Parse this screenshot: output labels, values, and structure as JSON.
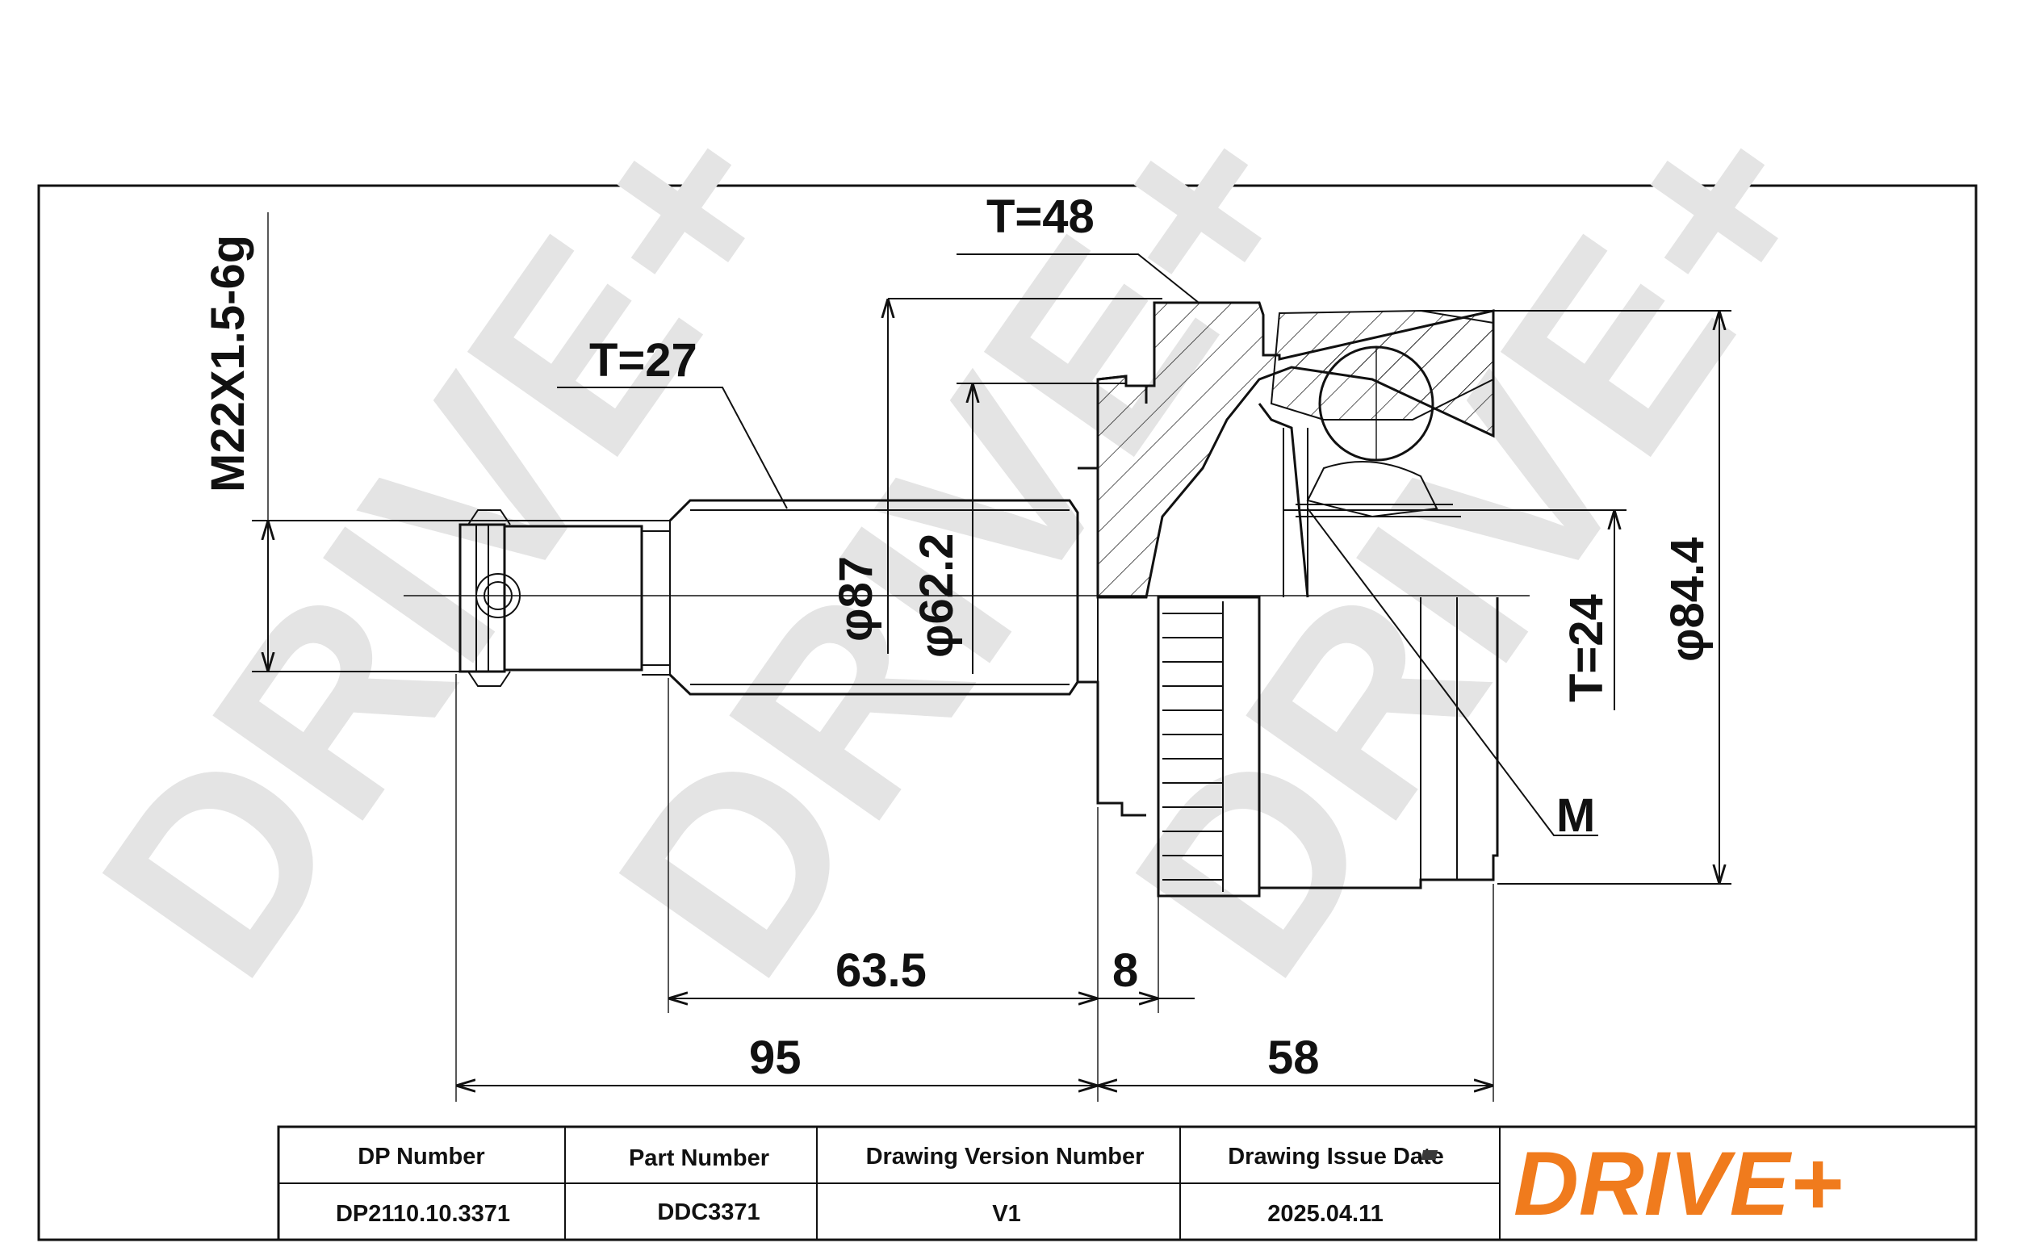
{
  "watermark": "DRIVE+",
  "dimensions": {
    "thread": "M22X1.5-6g",
    "t_shaft": "T=27",
    "t_outer": "T=48",
    "phi_87": "φ87",
    "phi_62": "φ62.2",
    "t_inner": "T=24",
    "phi_84": "φ84.4",
    "m_label": "M",
    "len_635": "63.5",
    "len_8": "8",
    "len_95": "95",
    "len_58": "58"
  },
  "title_block": {
    "headers": [
      "DP Number",
      "Part Number",
      "Drawing Version Number",
      "Drawing Issue Date"
    ],
    "values": [
      "DP2110.10.3371",
      "DDC3371",
      "V1",
      "2025.04.11"
    ]
  },
  "logo": {
    "text_left": "DR",
    "text_i": "I",
    "text_right": "VE+",
    "color": "#f07b1d"
  }
}
